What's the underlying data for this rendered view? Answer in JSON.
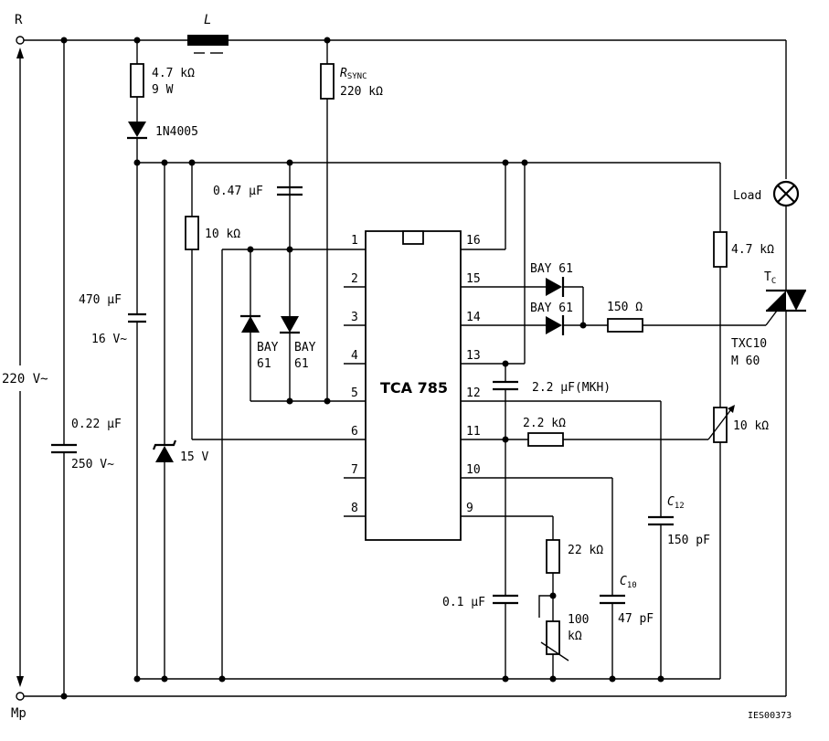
{
  "nodes": {
    "r": "R",
    "mp": "Mp",
    "supply": "220 V~"
  },
  "components": {
    "inductor": "L",
    "r_drop_value": "4.7 kΩ",
    "r_drop_power": "9 W",
    "diode_main": "1N4005",
    "r_sync_name": "R",
    "r_sync_sub": "SYNC",
    "r_sync_value": "220 kΩ",
    "cap_047": "0.47 µF",
    "r_10k_a": "10 kΩ",
    "cap_470_value": "470 µF",
    "cap_470_voltage": "16 V~",
    "cap_022_value": "0.22 µF",
    "cap_022_voltage": "250 V~",
    "zener": "15 V",
    "bay_left_1": "BAY",
    "bay_left_2": "61",
    "bay_right_1": "BAY",
    "bay_right_2": "61",
    "bay_15": "BAY 61",
    "bay_14": "BAY 61",
    "r_150": "150 Ω",
    "cap_22_mkh": "2.2 µF(MKH)",
    "r_22k_b": "2.2 kΩ",
    "r_47k_gate": "4.7 kΩ",
    "pot_10k": "10 kΩ",
    "load": "Load",
    "triac_name": "T",
    "triac_sub": "C",
    "triac_type_1": "TXC10",
    "triac_type_2": "M 60",
    "c12_name": "C",
    "c12_sub": "12",
    "c12_value": "150 pF",
    "c10_name": "C",
    "c10_sub": "10",
    "c10_value": "47 pF",
    "r_22k": "22 kΩ",
    "cap_01": "0.1 µF",
    "pot_100k_1": "100",
    "pot_100k_2": "kΩ"
  },
  "ic": {
    "name": "TCA 785",
    "pins_left": [
      "1",
      "2",
      "3",
      "4",
      "5",
      "6",
      "7",
      "8"
    ],
    "pins_right": [
      "16",
      "15",
      "14",
      "13",
      "12",
      "11",
      "10",
      "9"
    ]
  },
  "figure_code": "IES00373"
}
